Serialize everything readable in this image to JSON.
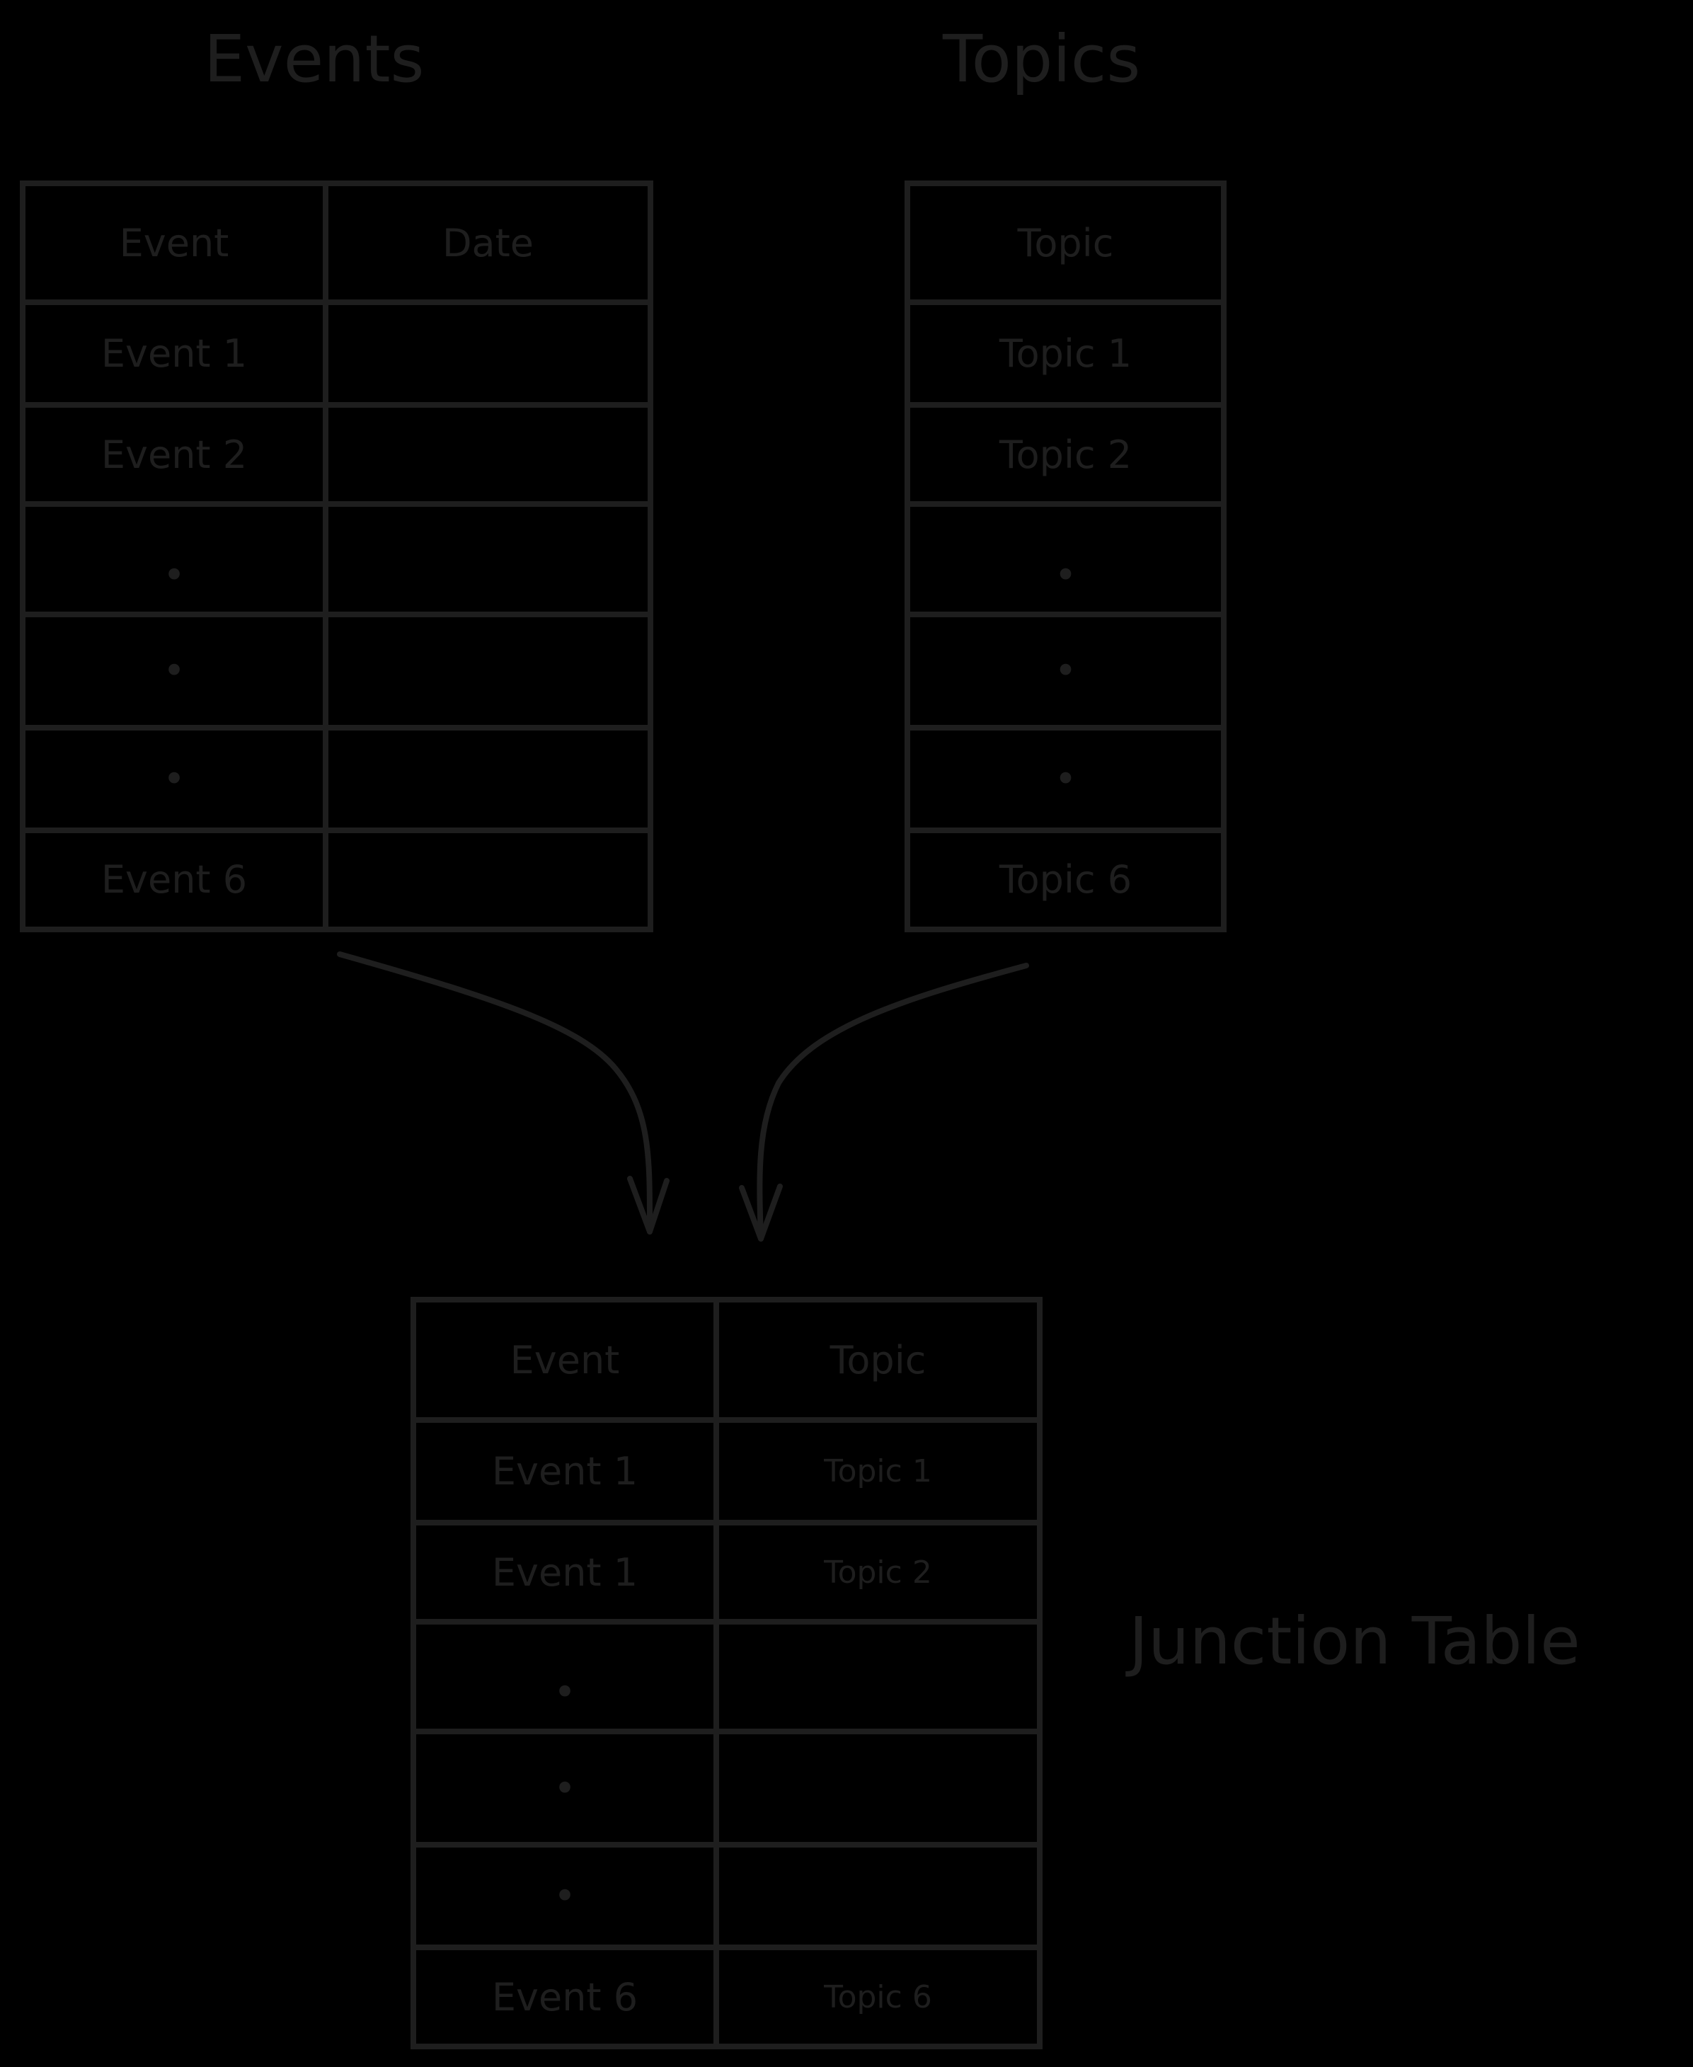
{
  "events_table": {
    "title": "Events",
    "headers": [
      "Event",
      "Date"
    ],
    "rows": [
      [
        "Event 1",
        ""
      ],
      [
        "Event 2",
        ""
      ],
      [
        "•",
        ""
      ],
      [
        "•",
        ""
      ],
      [
        "•",
        ""
      ],
      [
        "Event 6",
        ""
      ]
    ]
  },
  "topics_table": {
    "title": "Topics",
    "headers": [
      "Topic"
    ],
    "rows": [
      [
        "Topic 1"
      ],
      [
        "Topic 2"
      ],
      [
        "•"
      ],
      [
        "•"
      ],
      [
        "•"
      ],
      [
        "Topic 6"
      ]
    ]
  },
  "junction_table": {
    "title": "Junction Table",
    "headers": [
      "Event",
      "Topic"
    ],
    "rows": [
      [
        "Event 1",
        "Topic 1"
      ],
      [
        "Event 1",
        "Topic 2"
      ],
      [
        "•",
        ""
      ],
      [
        "•",
        ""
      ],
      [
        "•",
        ""
      ],
      [
        "Event 6",
        "Topic 6"
      ]
    ]
  },
  "colors": {
    "background": "#000000",
    "stroke": "#1e1e1e"
  }
}
